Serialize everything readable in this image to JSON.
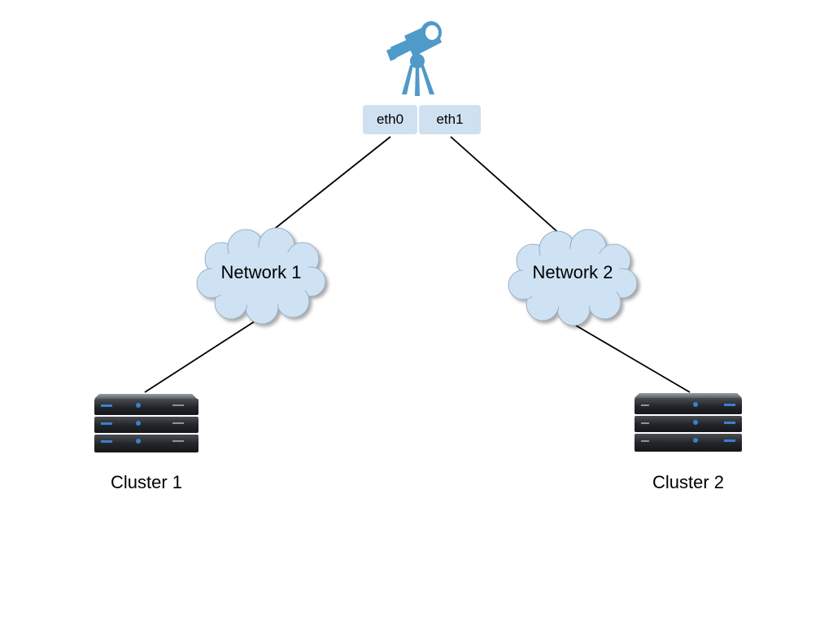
{
  "monitor": {
    "icon": "telescope-icon",
    "icon_color": "#4f9ac8",
    "interfaces": [
      {
        "label": "eth0"
      },
      {
        "label": "eth1"
      }
    ]
  },
  "networks": [
    {
      "label": "Network 1",
      "icon": "cloud-icon"
    },
    {
      "label": "Network 2",
      "icon": "cloud-icon"
    }
  ],
  "clusters": [
    {
      "label": "Cluster 1",
      "icon": "server-stack-icon"
    },
    {
      "label": "Cluster 2",
      "icon": "server-stack-icon"
    }
  ],
  "colors": {
    "interface_fill": "#cfe0f0",
    "cloud_fill": "#cfe2f3",
    "connector": "#000000",
    "server_body": "#2c2f33"
  }
}
